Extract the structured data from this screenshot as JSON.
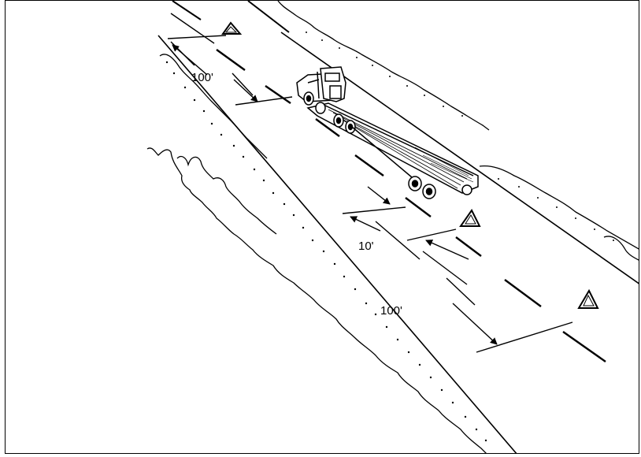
{
  "figure": {
    "labels": {
      "upper_distance": "100'",
      "middle_distance": "10'",
      "lower_distance": "100'"
    },
    "colors": {
      "ink": "#000000",
      "background": "#ffffff"
    },
    "icons": [
      "warning-triangle-icon",
      "truck-icon",
      "arrow-icon",
      "brush-icon"
    ]
  }
}
